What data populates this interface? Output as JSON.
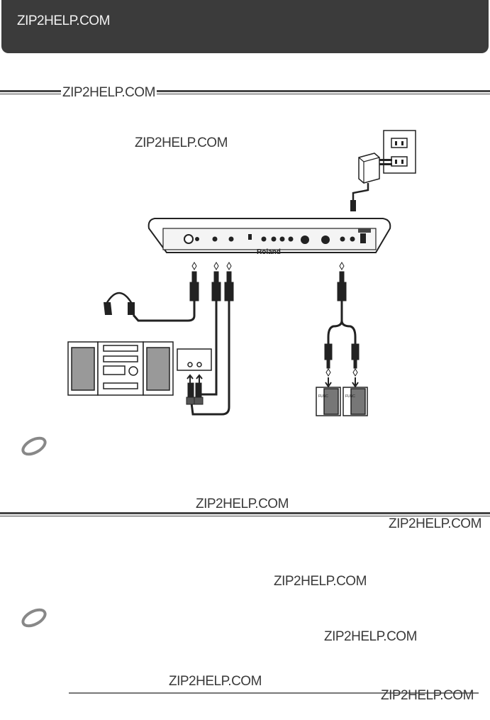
{
  "header": {
    "watermark": "ZIP2HELP.COM"
  },
  "watermarks": [
    "ZIP2HELP.COM",
    "ZIP2HELP.COM",
    "ZIP2HELP.COM",
    "ZIP2HELP.COM",
    "ZIP2HELP.COM",
    "ZIP2HELP.COM",
    "ZIP2HELP.COM",
    "ZIP2HELP.COM"
  ],
  "diagram": {
    "brand": "Roland",
    "pedal_label": "FUNC"
  },
  "icons": {
    "note": "note-icon",
    "headphones": "headphones-icon",
    "ac_adaptor": "ac-adaptor-icon",
    "wall_outlet": "wall-outlet-icon",
    "stereo": "stereo-system-icon",
    "amp": "audio-input-box-icon",
    "pedals": "footswitch-icon",
    "cables": "cable-icon"
  }
}
